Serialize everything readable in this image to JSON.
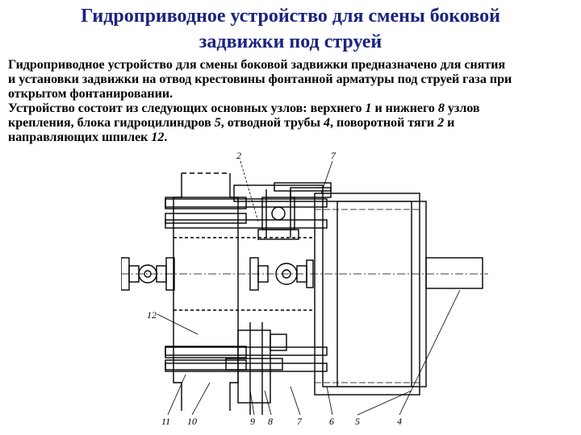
{
  "title": {
    "line1": "Гидроприводное устройство для смены боковой",
    "line2": "задвижки под струей"
  },
  "paragraph1": {
    "line1": "Гидроприводное устройство для смены боковой задвижки предназначено для снятия",
    "line2": "и установки задвижки на отвод крестовины фонтанной арматуры под струей газа при",
    "line3": "открытом фонтанировании."
  },
  "paragraph2": {
    "line1_start": "Устройство состоит из следующих основных узлов: верхнего ",
    "num1": "1",
    "line1_mid": " и нижнего ",
    "num8": "8",
    "line1_end": " узлов",
    "line2_start": "крепления, блока гидроцилиндров ",
    "num5": "5",
    "line2_mid1": ", отводной трубы ",
    "num4": "4",
    "line2_mid2": ", поворотной тяги ",
    "num2": "2",
    "line2_end": " и",
    "line3_start": "направляющих шпилек ",
    "num12": "12",
    "line3_end": "."
  },
  "drawing_labels": {
    "l2": "2",
    "l7_top": "7",
    "l12": "12",
    "l11": "11",
    "l10": "10",
    "l9": "9",
    "l8": "8",
    "l7_bottom": "7",
    "l6": "6",
    "l5": "5",
    "l4": "4"
  }
}
